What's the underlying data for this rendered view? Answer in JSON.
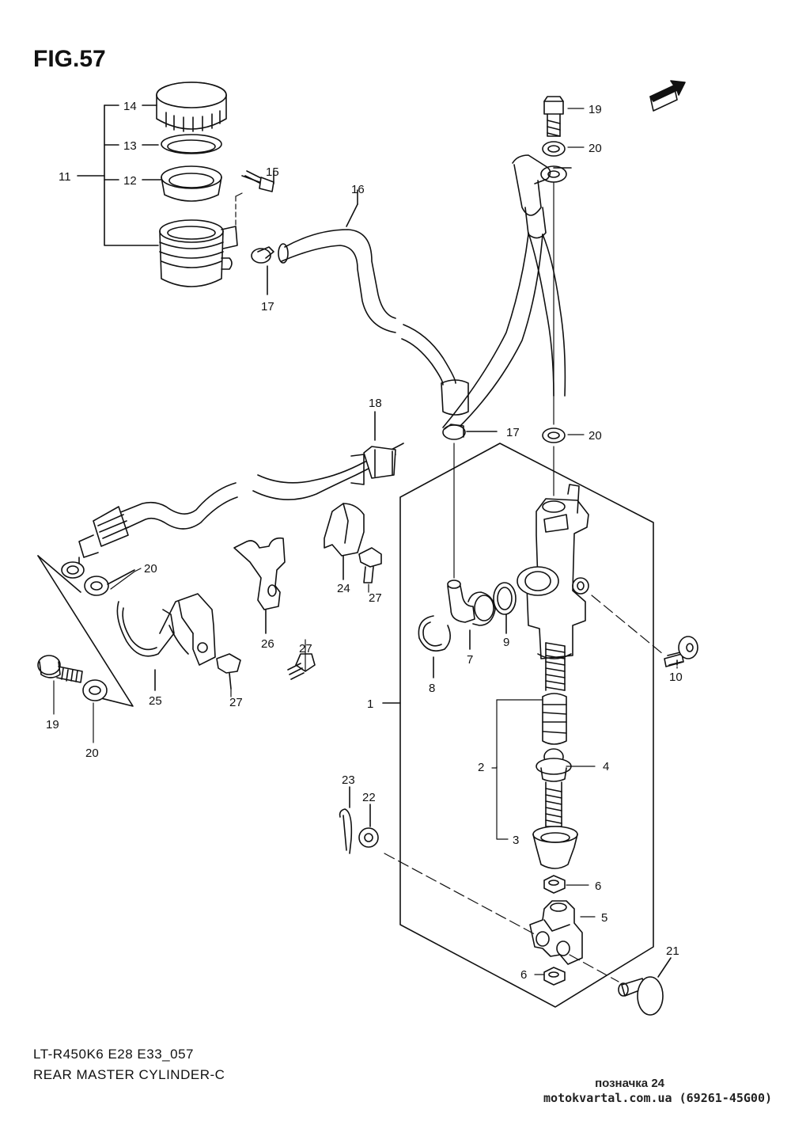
{
  "figure": {
    "title": "FIG.57",
    "model_code": "LT-R450K6 E28 E33_057",
    "section_name": "REAR MASTER CYLINDER-C",
    "tag": "позначка 24",
    "watermark": "motokvartal.com.ua (69261-45G00)",
    "fwd_label": "FWD"
  },
  "callouts": [
    {
      "id": "c14",
      "text": "14"
    },
    {
      "id": "c13",
      "text": "13"
    },
    {
      "id": "c11",
      "text": "11"
    },
    {
      "id": "c12",
      "text": "12"
    },
    {
      "id": "c15",
      "text": "15"
    },
    {
      "id": "c16",
      "text": "16"
    },
    {
      "id": "c17a",
      "text": "17"
    },
    {
      "id": "c19a",
      "text": "19"
    },
    {
      "id": "c20a",
      "text": "20"
    },
    {
      "id": "c18",
      "text": "18"
    },
    {
      "id": "c17b",
      "text": "17"
    },
    {
      "id": "c20b",
      "text": "20"
    },
    {
      "id": "c20c",
      "text": "20"
    },
    {
      "id": "c24",
      "text": "24"
    },
    {
      "id": "c27a",
      "text": "27"
    },
    {
      "id": "c26",
      "text": "26"
    },
    {
      "id": "c27b",
      "text": "27"
    },
    {
      "id": "c9",
      "text": "9"
    },
    {
      "id": "c7",
      "text": "7"
    },
    {
      "id": "c8",
      "text": "8"
    },
    {
      "id": "c10",
      "text": "10"
    },
    {
      "id": "c25",
      "text": "25"
    },
    {
      "id": "c27c",
      "text": "27"
    },
    {
      "id": "c19b",
      "text": "19"
    },
    {
      "id": "c20d",
      "text": "20"
    },
    {
      "id": "c1",
      "text": "1"
    },
    {
      "id": "c2",
      "text": "2"
    },
    {
      "id": "c4",
      "text": "4"
    },
    {
      "id": "c3",
      "text": "3"
    },
    {
      "id": "c23",
      "text": "23"
    },
    {
      "id": "c22",
      "text": "22"
    },
    {
      "id": "c6a",
      "text": "6"
    },
    {
      "id": "c5",
      "text": "5"
    },
    {
      "id": "c21",
      "text": "21"
    },
    {
      "id": "c6b",
      "text": "6"
    }
  ]
}
